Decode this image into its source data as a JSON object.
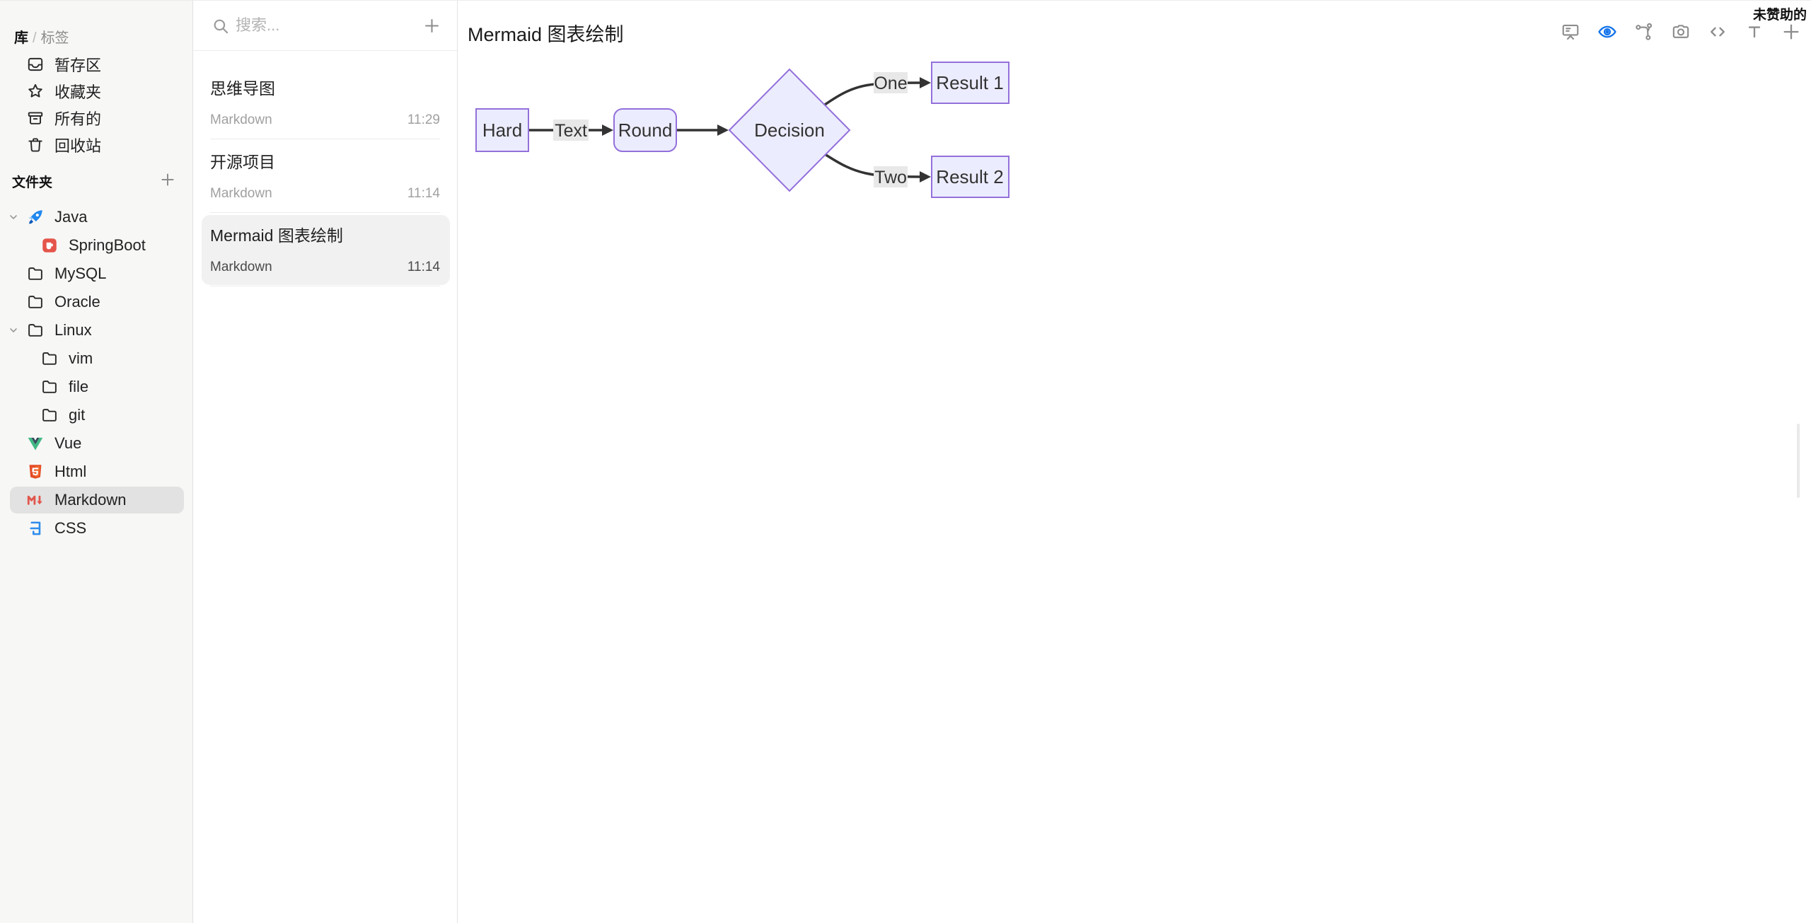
{
  "sidebar": {
    "header": {
      "library": "库",
      "separator": "/",
      "tags": "标签"
    },
    "tags_items": [
      {
        "label": "暂存区",
        "icon": "inbox-icon"
      },
      {
        "label": "收藏夹",
        "icon": "star-icon"
      },
      {
        "label": "所有的",
        "icon": "archive-icon"
      },
      {
        "label": "回收站",
        "icon": "trash-icon"
      }
    ],
    "folders_header": {
      "label": "文件夹",
      "add_icon": "plus-icon"
    },
    "tree": [
      {
        "label": "Java",
        "icon": "java-rocket-icon",
        "level": 0,
        "expanded": true
      },
      {
        "label": "SpringBoot",
        "icon": "springboot-icon",
        "level": 1
      },
      {
        "label": "MySQL",
        "icon": "folder-icon",
        "level": 0
      },
      {
        "label": "Oracle",
        "icon": "folder-icon",
        "level": 0
      },
      {
        "label": "Linux",
        "icon": "folder-icon",
        "level": 0,
        "expanded": true
      },
      {
        "label": "vim",
        "icon": "folder-icon",
        "level": 1
      },
      {
        "label": "file",
        "icon": "folder-icon",
        "level": 1
      },
      {
        "label": "git",
        "icon": "folder-icon",
        "level": 1
      },
      {
        "label": "Vue",
        "icon": "vue-icon",
        "level": 0
      },
      {
        "label": "Html",
        "icon": "html5-icon",
        "level": 0
      },
      {
        "label": "Markdown",
        "icon": "markdown-icon",
        "level": 0,
        "selected": true
      },
      {
        "label": "CSS",
        "icon": "css-icon",
        "level": 0
      }
    ]
  },
  "notes": {
    "search_placeholder": "搜索...",
    "items": [
      {
        "title": "思维导图",
        "type": "Markdown",
        "time": "11:29"
      },
      {
        "title": "开源项目",
        "type": "Markdown",
        "time": "11:14"
      },
      {
        "title": "Mermaid 图表绘制",
        "type": "Markdown",
        "time": "11:14",
        "selected": true
      }
    ]
  },
  "main": {
    "title": "Mermaid 图表绘制",
    "badge": "未赞助的",
    "toolbar_icons": [
      "presentation-icon",
      "eye-icon",
      "flow-icon",
      "camera-icon",
      "code-icon",
      "text-icon",
      "plus-icon"
    ],
    "toolbar_active": "eye-icon",
    "colors": {
      "toolbar_active_blue": "#1273eb",
      "toolbar_gray": "#8c8c8c"
    }
  },
  "diagram": {
    "type": "flowchart",
    "direction": "LR",
    "nodes": [
      {
        "id": "hard",
        "label": "Hard",
        "shape": "rect"
      },
      {
        "id": "round",
        "label": "Round",
        "shape": "rounded"
      },
      {
        "id": "decision",
        "label": "Decision",
        "shape": "diamond"
      },
      {
        "id": "result1",
        "label": "Result 1",
        "shape": "rect"
      },
      {
        "id": "result2",
        "label": "Result 2",
        "shape": "rect"
      }
    ],
    "edges": [
      {
        "from": "hard",
        "to": "round",
        "label": "Text"
      },
      {
        "from": "round",
        "to": "decision",
        "label": ""
      },
      {
        "from": "decision",
        "to": "result1",
        "label": "One"
      },
      {
        "from": "decision",
        "to": "result2",
        "label": "Two"
      }
    ],
    "colors": {
      "node_fill": "#ECECFF",
      "node_border": "#9370DB",
      "edge": "#333333",
      "edge_label_bg": "#e8e8e8"
    }
  }
}
